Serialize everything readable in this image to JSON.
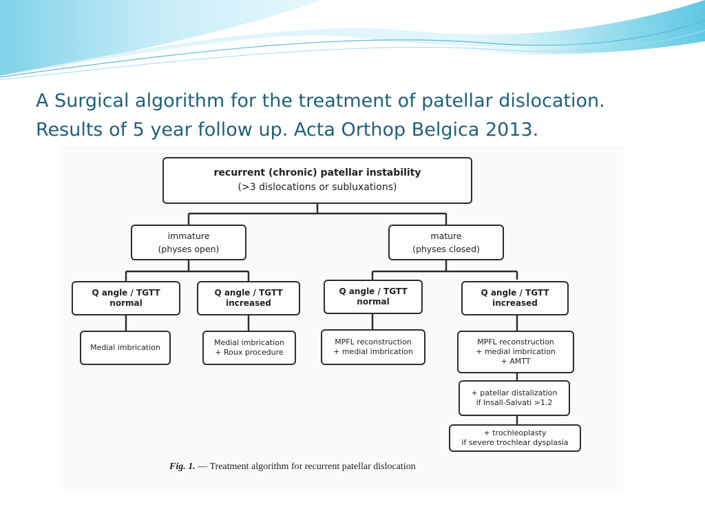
{
  "title": {
    "line1": "A Surgical algorithm for the treatment of patellar dislocation.",
    "line2": "Results of 5 year follow up. Acta Orthop Belgica 2013."
  },
  "figure": {
    "root": {
      "line1": "recurrent (chronic) patellar instability",
      "line2": "(>3 dislocations or subluxations)"
    },
    "immature": {
      "line1": "immature",
      "line2": "(physes open)"
    },
    "mature": {
      "line1": "mature",
      "line2": "(physes closed)"
    },
    "q_normal_left": {
      "line1": "Q angle / TGTT",
      "line2": "normal"
    },
    "q_increased_left": {
      "line1": "Q angle / TGTT",
      "line2": "increased"
    },
    "q_normal_right": {
      "line1": "Q angle / TGTT",
      "line2": "normal"
    },
    "q_increased_right": {
      "line1": "Q angle / TGTT",
      "line2": "increased"
    },
    "medial_imbrication": {
      "line1": "Medial imbrication"
    },
    "roux": {
      "line1": "Medial imbrication",
      "line2": "+  Roux procedure"
    },
    "mpfl_normal": {
      "line1": "MPFL reconstruction",
      "line2": "+ medial imbrication"
    },
    "mpfl_increased": {
      "line1": "MPFL reconstruction",
      "line2": "+ medial imbrication",
      "line3": "+ AMTT"
    },
    "distalization": {
      "line1": "+ patellar distalization",
      "line2": "if Insall-Salvati >1.2"
    },
    "trochleoplasty": {
      "line1": "+ trochleoplasty",
      "line2": "if severe trochlear dysplasia"
    },
    "caption": {
      "label": "Fig. 1.",
      "text": " — Treatment algorithm for recurrent patellar dislocation"
    }
  }
}
